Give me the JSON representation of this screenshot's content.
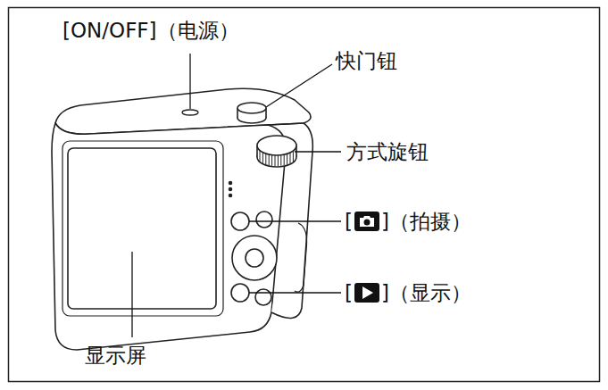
{
  "diagram": {
    "labels": [
      "[ON/OFF]（电源）",
      "快门钮",
      "方式旋钮",
      "[",
      "]（拍摄）",
      "[",
      "]（显示）",
      "显示屏"
    ]
  }
}
